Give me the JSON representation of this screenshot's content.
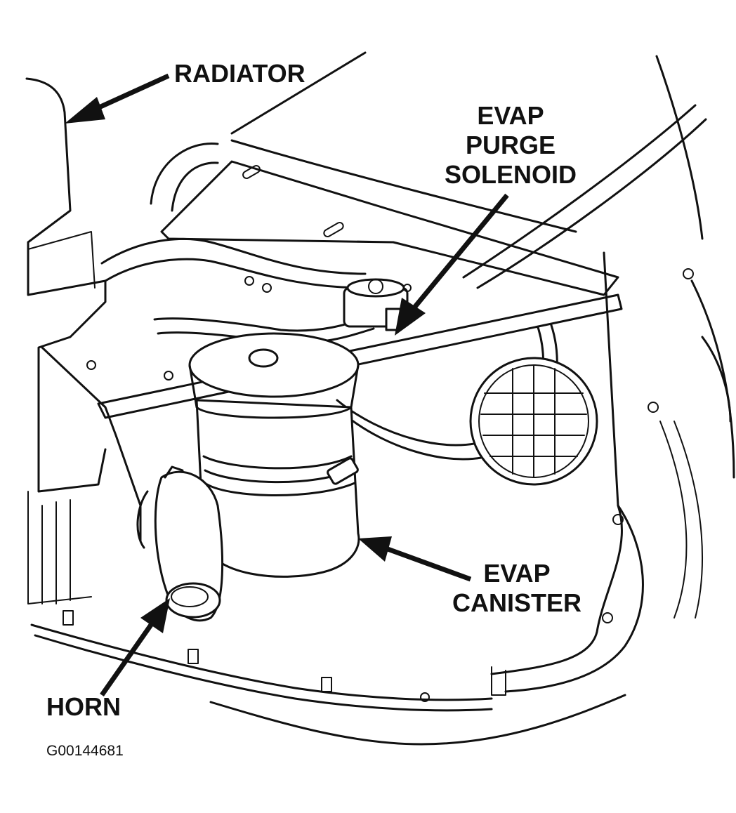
{
  "labels": {
    "radiator": "RADIATOR",
    "purge_solenoid": [
      "EVAP",
      "PURGE",
      "SOLENOID"
    ],
    "canister": [
      "EVAP",
      "CANISTER"
    ],
    "horn": "HORN"
  },
  "figure_id": "G00144681"
}
